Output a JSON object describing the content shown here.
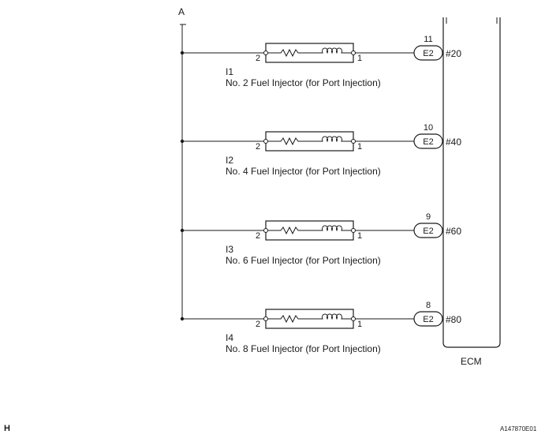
{
  "bus_label": "A",
  "ecm_label": "ECM",
  "footer_left": "H",
  "footer_right": "A147870E01",
  "injectors": [
    {
      "id": "I1",
      "name": "No. 2 Fuel Injector (for Port Injection)",
      "pin_left": "2",
      "pin_right": "1",
      "ecm_pin": "11",
      "connector": "E2",
      "signal": "#20"
    },
    {
      "id": "I2",
      "name": "No. 4 Fuel Injector (for Port Injection)",
      "pin_left": "2",
      "pin_right": "1",
      "ecm_pin": "10",
      "connector": "E2",
      "signal": "#40"
    },
    {
      "id": "I3",
      "name": "No. 6 Fuel Injector (for Port Injection)",
      "pin_left": "2",
      "pin_right": "1",
      "ecm_pin": "9",
      "connector": "E2",
      "signal": "#60"
    },
    {
      "id": "I4",
      "name": "No. 8 Fuel Injector (for Port Injection)",
      "pin_left": "2",
      "pin_right": "1",
      "ecm_pin": "8",
      "connector": "E2",
      "signal": "#80"
    }
  ]
}
